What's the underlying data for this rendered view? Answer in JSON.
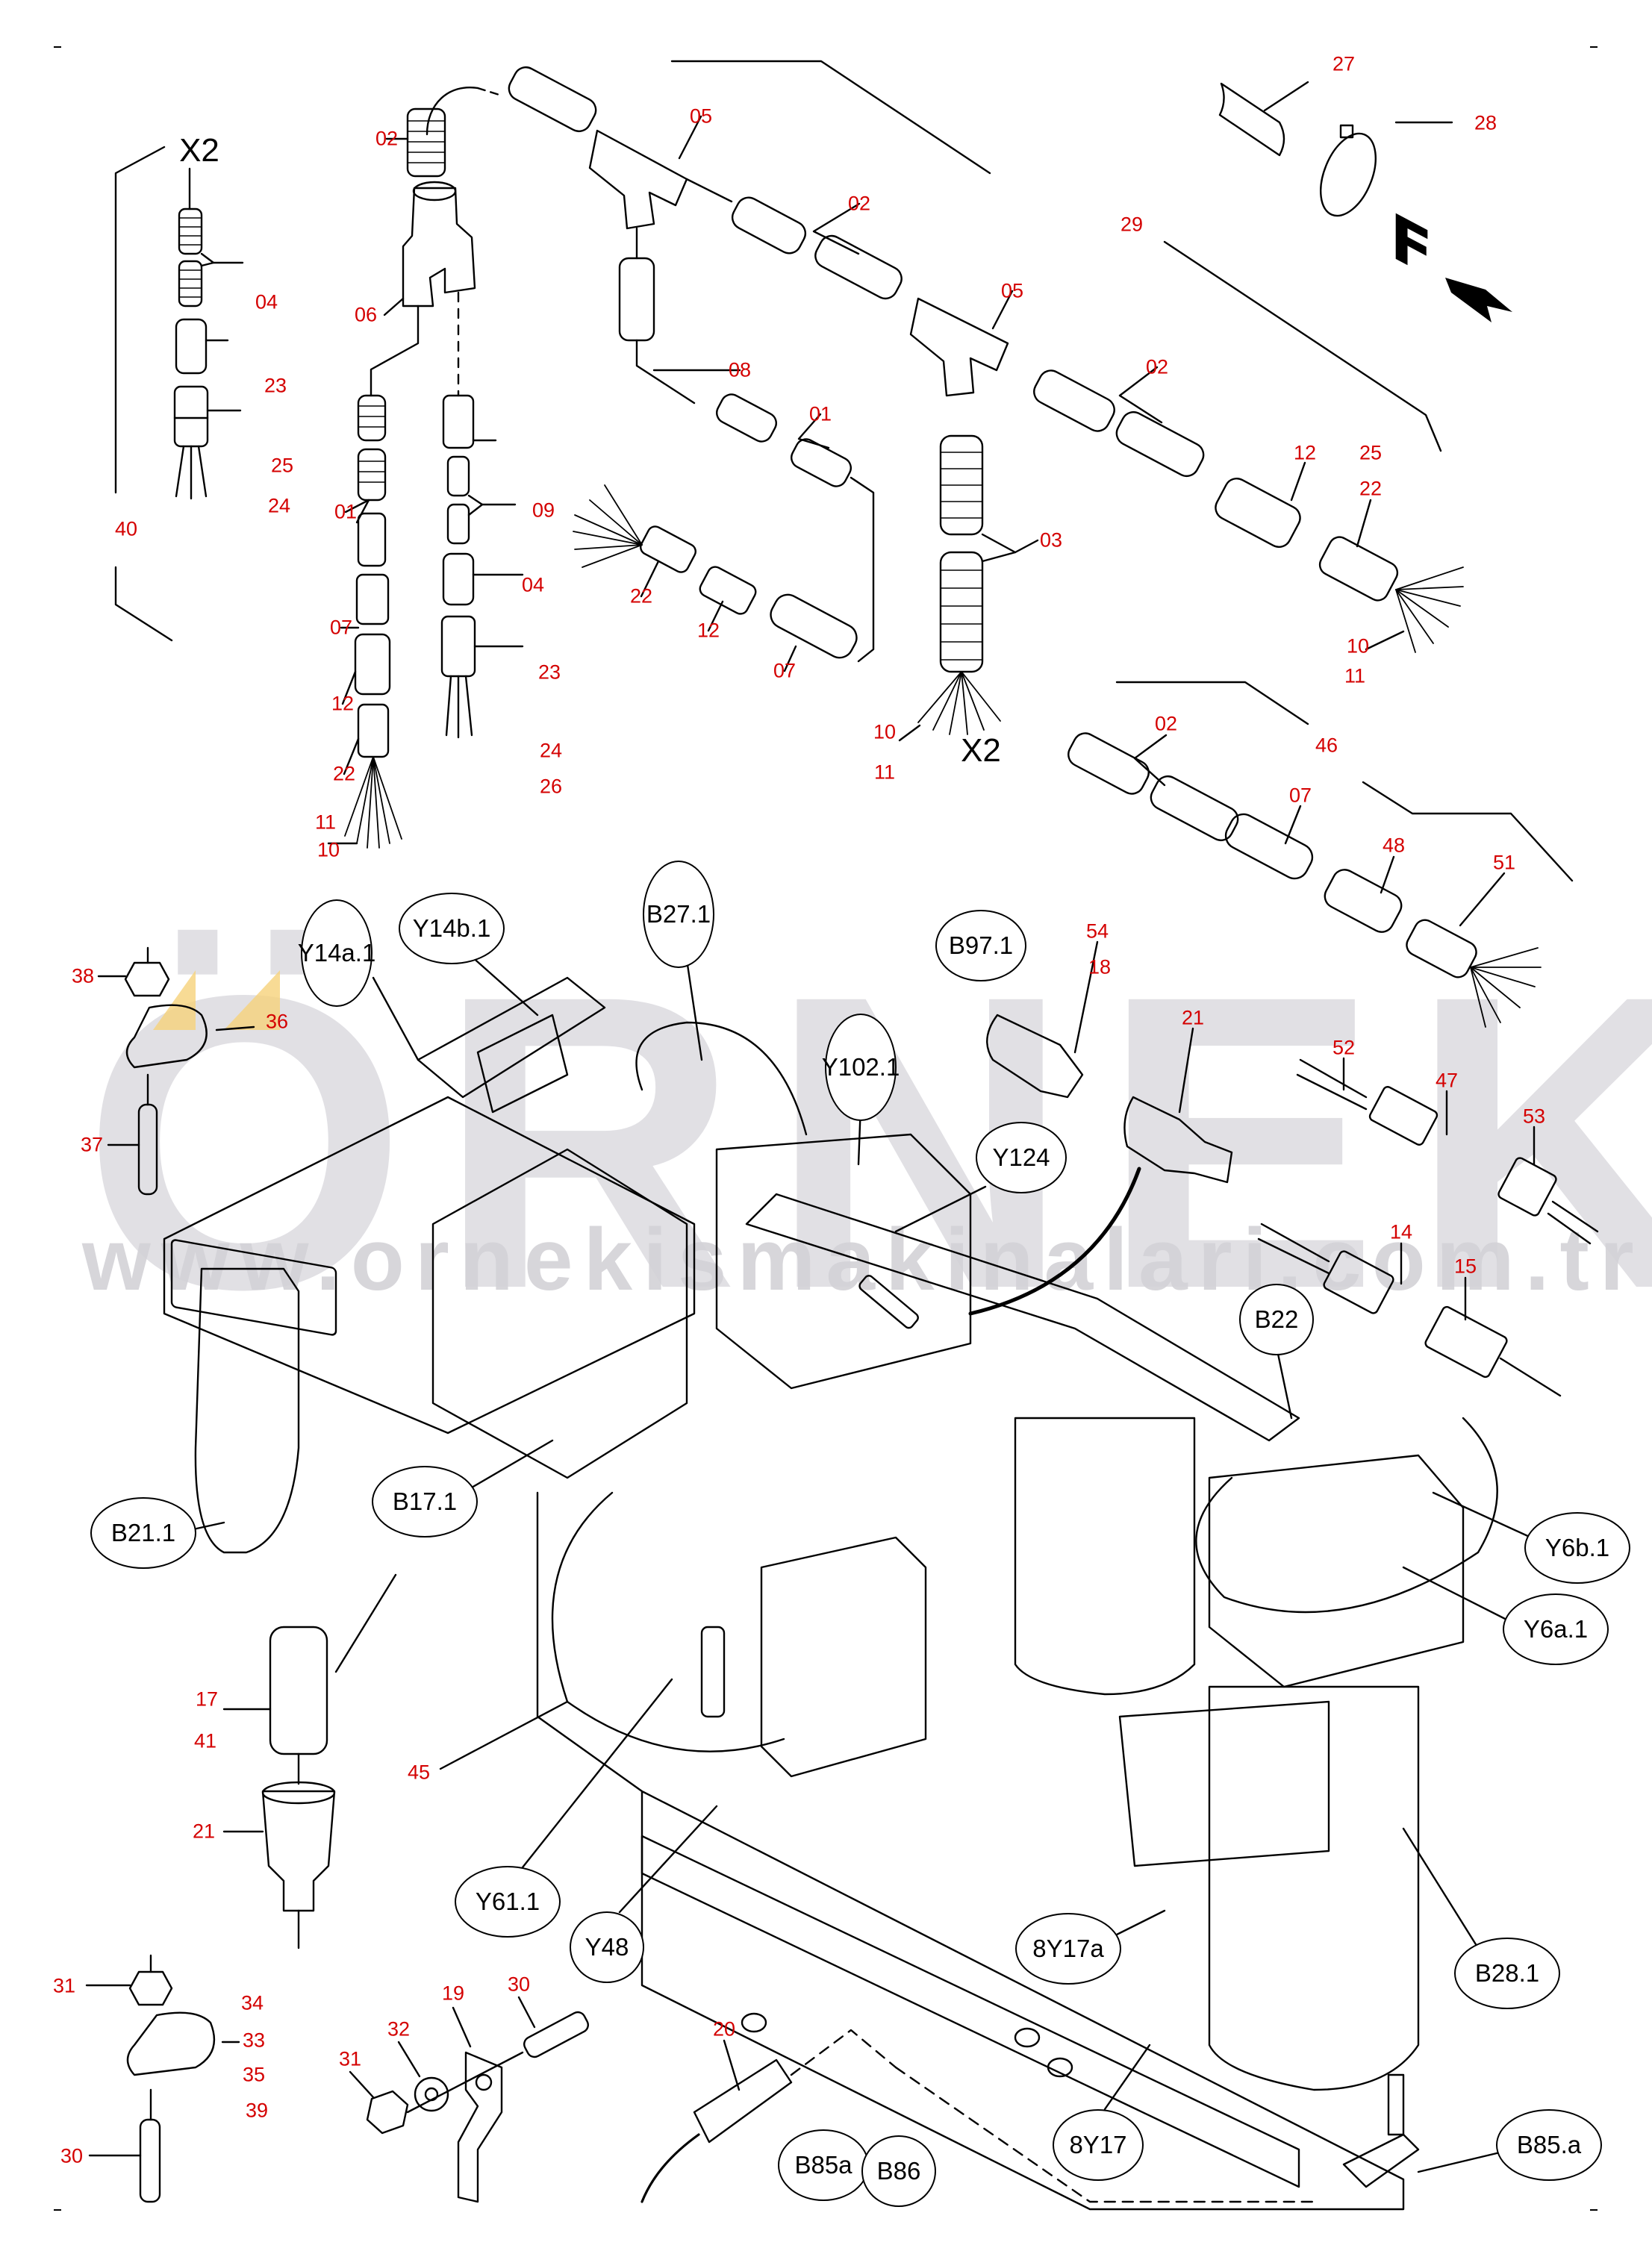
{
  "watermark": {
    "brand": "ÖRNEK",
    "url": "www.ornekismakinalari.com.tr",
    "accent_color": "#f6d27a",
    "text_color": "#dcdbe0"
  },
  "colors": {
    "callout": "#d40000",
    "line": "#000000",
    "background": "#ffffff"
  },
  "direction_marker": {
    "letter": "F",
    "icon": "direction-arrow-icon"
  },
  "multipliers": [
    {
      "id": "x2-left",
      "text": "X2"
    },
    {
      "id": "x2-mid",
      "text": "X2"
    }
  ],
  "callouts": [
    {
      "id": "c-04-a",
      "text": "04"
    },
    {
      "id": "c-23-a",
      "text": "23"
    },
    {
      "id": "c-25-a",
      "text": "25"
    },
    {
      "id": "c-24-a",
      "text": "24"
    },
    {
      "id": "c-40",
      "text": "40"
    },
    {
      "id": "c-02-a",
      "text": "02"
    },
    {
      "id": "c-06",
      "text": "06"
    },
    {
      "id": "c-01-a",
      "text": "01"
    },
    {
      "id": "c-07-a",
      "text": "07"
    },
    {
      "id": "c-12-a",
      "text": "12"
    },
    {
      "id": "c-22-a",
      "text": "22"
    },
    {
      "id": "c-11-a",
      "text": "11"
    },
    {
      "id": "c-10-a",
      "text": "10"
    },
    {
      "id": "c-09",
      "text": "09"
    },
    {
      "id": "c-04-b",
      "text": "04"
    },
    {
      "id": "c-23-b",
      "text": "23"
    },
    {
      "id": "c-24-b",
      "text": "24"
    },
    {
      "id": "c-26",
      "text": "26"
    },
    {
      "id": "c-05-a",
      "text": "05"
    },
    {
      "id": "c-08",
      "text": "08"
    },
    {
      "id": "c-01-b",
      "text": "01"
    },
    {
      "id": "c-22-b",
      "text": "22"
    },
    {
      "id": "c-12-b",
      "text": "12"
    },
    {
      "id": "c-07-b",
      "text": "07"
    },
    {
      "id": "c-02-b",
      "text": "02"
    },
    {
      "id": "c-05-b",
      "text": "05"
    },
    {
      "id": "c-02-c",
      "text": "02"
    },
    {
      "id": "c-03",
      "text": "03"
    },
    {
      "id": "c-10-b",
      "text": "10"
    },
    {
      "id": "c-11-b",
      "text": "11"
    },
    {
      "id": "c-12-c",
      "text": "12"
    },
    {
      "id": "c-25-b",
      "text": "25"
    },
    {
      "id": "c-22-c",
      "text": "22"
    },
    {
      "id": "c-10-c",
      "text": "10"
    },
    {
      "id": "c-11-c",
      "text": "11"
    },
    {
      "id": "c-27",
      "text": "27"
    },
    {
      "id": "c-28",
      "text": "28"
    },
    {
      "id": "c-29",
      "text": "29"
    },
    {
      "id": "c-02-d",
      "text": "02"
    },
    {
      "id": "c-46",
      "text": "46"
    },
    {
      "id": "c-07-c",
      "text": "07"
    },
    {
      "id": "c-48",
      "text": "48"
    },
    {
      "id": "c-51",
      "text": "51"
    },
    {
      "id": "c-54",
      "text": "54"
    },
    {
      "id": "c-18",
      "text": "18"
    },
    {
      "id": "c-21-a",
      "text": "21"
    },
    {
      "id": "c-52",
      "text": "52"
    },
    {
      "id": "c-47",
      "text": "47"
    },
    {
      "id": "c-53",
      "text": "53"
    },
    {
      "id": "c-14",
      "text": "14"
    },
    {
      "id": "c-15",
      "text": "15"
    },
    {
      "id": "c-38",
      "text": "38"
    },
    {
      "id": "c-36",
      "text": "36"
    },
    {
      "id": "c-37",
      "text": "37"
    },
    {
      "id": "c-17",
      "text": "17"
    },
    {
      "id": "c-41",
      "text": "41"
    },
    {
      "id": "c-21-b",
      "text": "21"
    },
    {
      "id": "c-45",
      "text": "45"
    },
    {
      "id": "c-31-a",
      "text": "31"
    },
    {
      "id": "c-34",
      "text": "34"
    },
    {
      "id": "c-33",
      "text": "33"
    },
    {
      "id": "c-35",
      "text": "35"
    },
    {
      "id": "c-39",
      "text": "39"
    },
    {
      "id": "c-30-a",
      "text": "30"
    },
    {
      "id": "c-19",
      "text": "19"
    },
    {
      "id": "c-30-b",
      "text": "30"
    },
    {
      "id": "c-32",
      "text": "32"
    },
    {
      "id": "c-31-b",
      "text": "31"
    },
    {
      "id": "c-20",
      "text": "20"
    }
  ],
  "component_tags": [
    {
      "id": "t-y14a1",
      "text": "Y14a.1"
    },
    {
      "id": "t-y14b1",
      "text": "Y14b.1"
    },
    {
      "id": "t-b271",
      "text": "B27.1"
    },
    {
      "id": "t-b971",
      "text": "B97.1"
    },
    {
      "id": "t-y1021",
      "text": "Y102.1"
    },
    {
      "id": "t-y124",
      "text": "Y124"
    },
    {
      "id": "t-b22",
      "text": "B22"
    },
    {
      "id": "t-b211",
      "text": "B21.1"
    },
    {
      "id": "t-b171",
      "text": "B17.1"
    },
    {
      "id": "t-y6b1",
      "text": "Y6b.1"
    },
    {
      "id": "t-y6a1",
      "text": "Y6a.1"
    },
    {
      "id": "t-y611",
      "text": "Y61.1"
    },
    {
      "id": "t-y48",
      "text": "Y48"
    },
    {
      "id": "t-8y17a",
      "text": "8Y17a"
    },
    {
      "id": "t-b281",
      "text": "B28.1"
    },
    {
      "id": "t-8y17",
      "text": "8Y17"
    },
    {
      "id": "t-b85a",
      "text": "B85a"
    },
    {
      "id": "t-b86",
      "text": "B86"
    },
    {
      "id": "t-b85dota",
      "text": "B85.a"
    }
  ]
}
